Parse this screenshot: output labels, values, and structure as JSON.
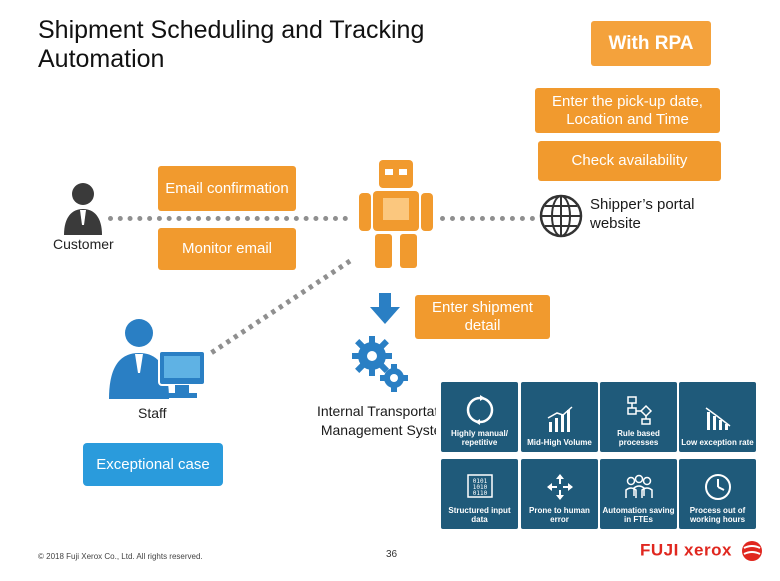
{
  "title": "Shipment Scheduling and Tracking Automation",
  "rpa_badge": "With RPA",
  "steps": {
    "pickup": "Enter the pick-up date, Location and Time",
    "availability": "Check availability",
    "email_confirmation": "Email confirmation",
    "monitor_email": "Monitor email",
    "enter_shipment": "Enter shipment detail"
  },
  "actors": {
    "customer": "Customer",
    "shipper_portal": "Shipper’s portal website",
    "staff": "Staff",
    "tms": "Internal Transportation Management System"
  },
  "exception_button": "Exceptional case",
  "criteria": [
    {
      "icon": "cycle-icon",
      "label": "Highly manual/ repetitive"
    },
    {
      "icon": "bar-chart-icon",
      "label": "Mid-High Volume"
    },
    {
      "icon": "flowchart-icon",
      "label": "Rule based processes"
    },
    {
      "icon": "low-exception-icon",
      "label": "Low exception rate"
    },
    {
      "icon": "binary-data-icon",
      "label": "Structured input data"
    },
    {
      "icon": "arrows-icon",
      "label": "Prone to human error"
    },
    {
      "icon": "people-icon",
      "label": "Automation saving in FTEs"
    },
    {
      "icon": "clock-icon",
      "label": "Process out of working hours"
    }
  ],
  "footer": {
    "copyright": "© 2018 Fuji Xerox Co., Ltd. All rights reserved.",
    "page_number": "36",
    "logo": "FUJI xerox"
  },
  "colors": {
    "orange": "#f19a2e",
    "blue": "#2a9bdc",
    "tile": "#1f5a7a",
    "brand_red": "#e0271f"
  }
}
